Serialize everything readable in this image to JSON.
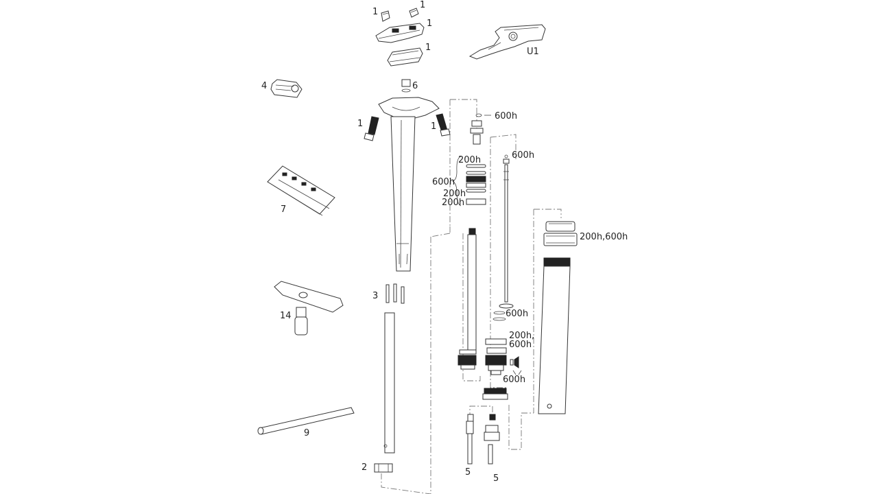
{
  "labels": {
    "clamp_cap_left": "1",
    "clamp_cap_right": "1",
    "clamp_upper": "1",
    "clamp_lower": "1",
    "remote_lever": "U1",
    "collar_clamp": "4",
    "head_nut": "6",
    "bolt_left": "1",
    "bolt_right": "1",
    "interval_top_seal": "600h",
    "interval_cartridge_top": "600h",
    "interval_seal_1": "200h",
    "interval_seal_group": "600h",
    "interval_seal_2": "200h",
    "interval_seal_3": "200h",
    "interval_top_cap": "200h,600h",
    "tool_kit": "7",
    "keys": "3",
    "t_handle_tool": "14",
    "interval_piston": "600h",
    "interval_bushing": "200h,\n600h",
    "interval_valve": "600h",
    "dowel_rod": "9",
    "bottom_nut": "2",
    "cable_left": "5",
    "cable_right": "5"
  }
}
